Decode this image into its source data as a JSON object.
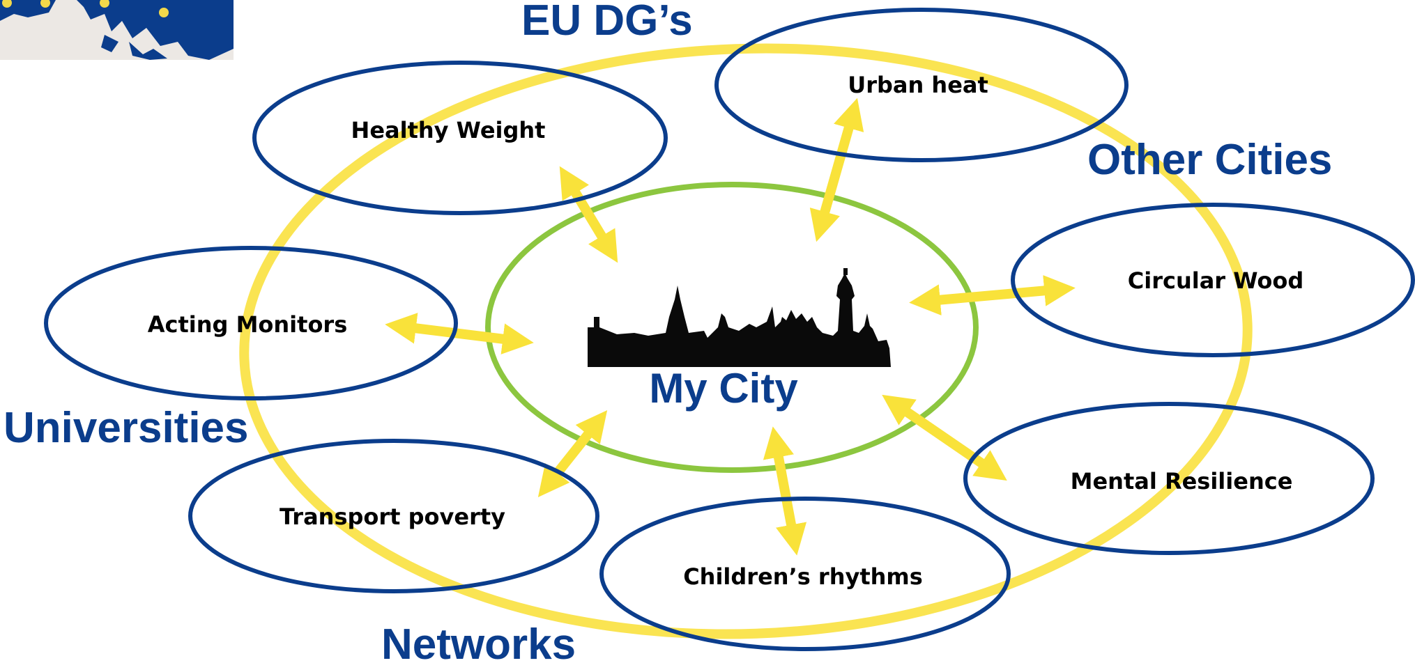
{
  "colors": {
    "ring_yellow": "#fae243",
    "arrow_yellow": "#f9e23a",
    "topic_outline": "#0b3d8c",
    "center_outline": "#8cc63f",
    "label_blue": "#0b3d8c",
    "map_water": "#0b3d8c",
    "map_land": "#ece8e4"
  },
  "groups": {
    "eu": "EU DG’s",
    "other_cities": "Other Cities",
    "universities": "Universities",
    "networks": "Networks"
  },
  "center": {
    "label": "My City",
    "icon": "city-skyline-icon"
  },
  "topics": {
    "healthy_weight": "Healthy Weight",
    "urban_heat": "Urban heat",
    "circular_wood": "Circular Wood",
    "acting_monitors": "Acting Monitors",
    "mental_resilience": "Mental Resilience",
    "transport_poverty": "Transport poverty",
    "childrens_rhythms": "Children’s rhythms"
  },
  "corner_image": "europe-map-icon"
}
